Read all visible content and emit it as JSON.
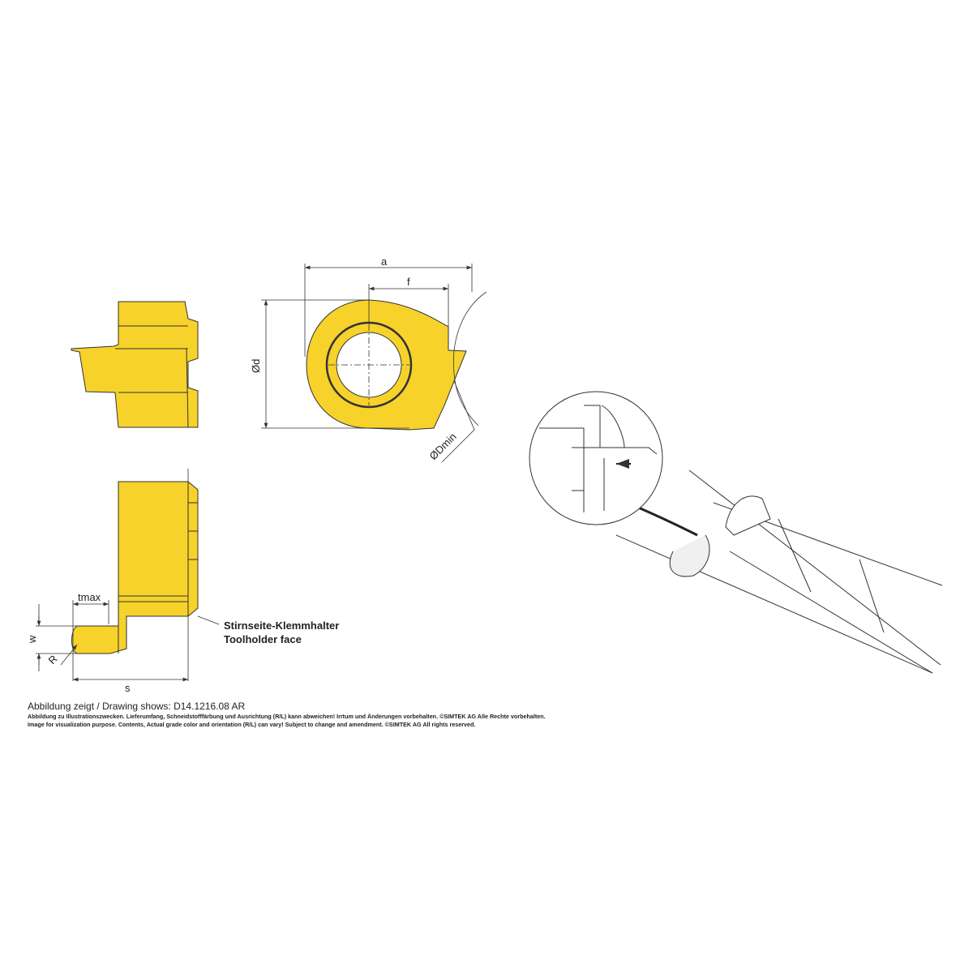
{
  "colors": {
    "insert": "#f6d22b",
    "line": "#333333"
  },
  "labels": {
    "a": "a",
    "f": "f",
    "d": "Ød",
    "dmin": "ØDmin",
    "tmax": "tmax",
    "w": "w",
    "r": "R",
    "s": "s",
    "face_de": "Stirnseite-Klemmhalter",
    "face_en": "Toolholder face"
  },
  "footer": {
    "drawing": "Abbildung zeigt / Drawing shows: D14.1216.08 AR",
    "disclaimer_de": "Abbildung zu Illustrationszwecken. Lieferumfang, Schneidstofffärbung und Ausrichtung (R/L) kann abweichen! Irrtum und Änderungen vorbehalten. ©SIMTEK AG Alle Rechte vorbehalten.",
    "disclaimer_en": "Image for visualization purpose. Contents, Actual grade color and orientation (R/L) can vary! Subject to change and amendment. ©SIMTEK AG All rights reserved."
  }
}
